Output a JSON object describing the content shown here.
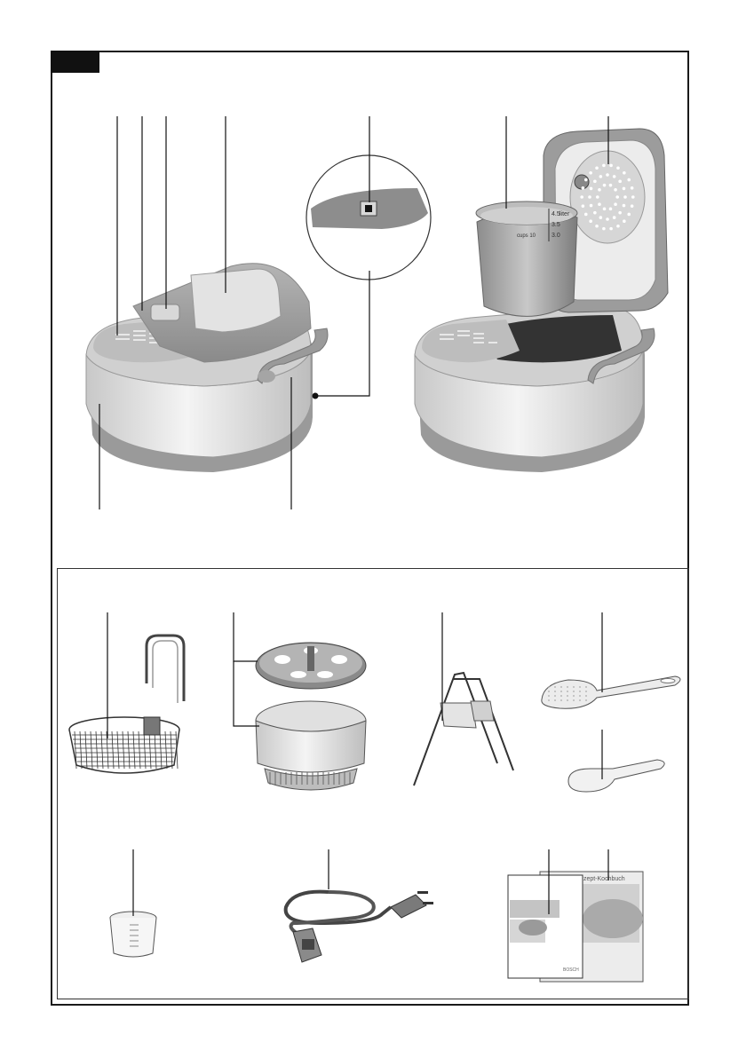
{
  "colors": {
    "frame": "#1a1a1a",
    "body": "#dcdcdc",
    "trim": "#9a9a9a",
    "dark": "#6a6a6a",
    "accent": "#4a4a4a"
  },
  "pot_scale": {
    "unit": "liter",
    "marks": [
      "4.5",
      "3.5",
      "3.0"
    ],
    "cups_label": "cups 10"
  },
  "booklets": {
    "recipe_title": "Rezept-Kochbuch",
    "brand_small": "BOSCH"
  }
}
